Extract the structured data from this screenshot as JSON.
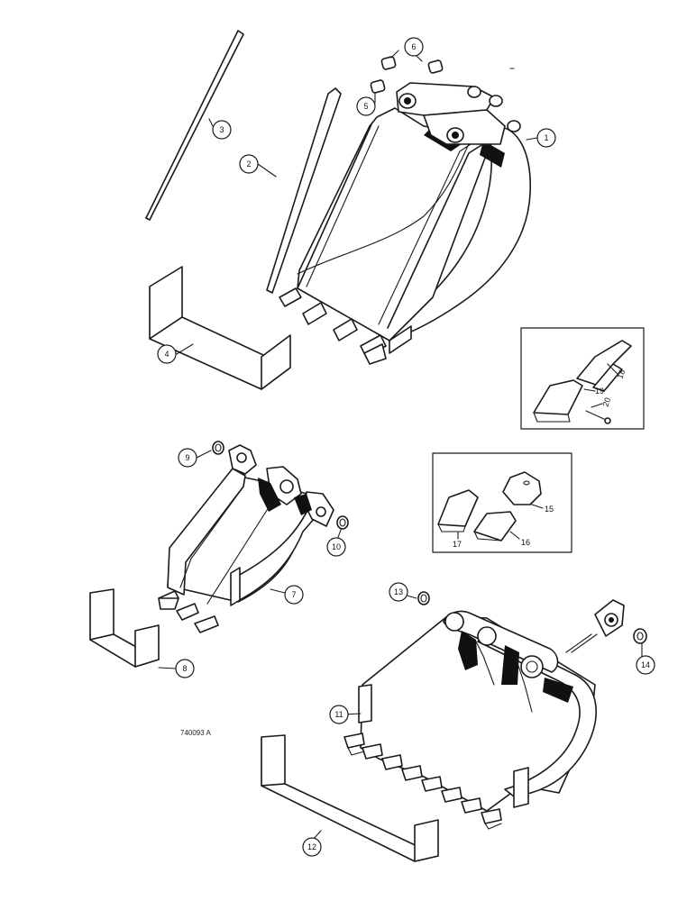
{
  "drawing_id": "740093 A",
  "callouts": {
    "c1": "1",
    "c2": "2",
    "c3": "3",
    "c4": "4",
    "c5": "5",
    "c6": "6",
    "c7": "7",
    "c8": "8",
    "c9": "9",
    "c10": "10",
    "c11": "11",
    "c12": "12",
    "c13": "13",
    "c14": "14"
  },
  "inset_labels": {
    "l15": "15",
    "l16": "16",
    "l17": "17",
    "l18": "18",
    "l19": "19",
    "l20": "20"
  }
}
